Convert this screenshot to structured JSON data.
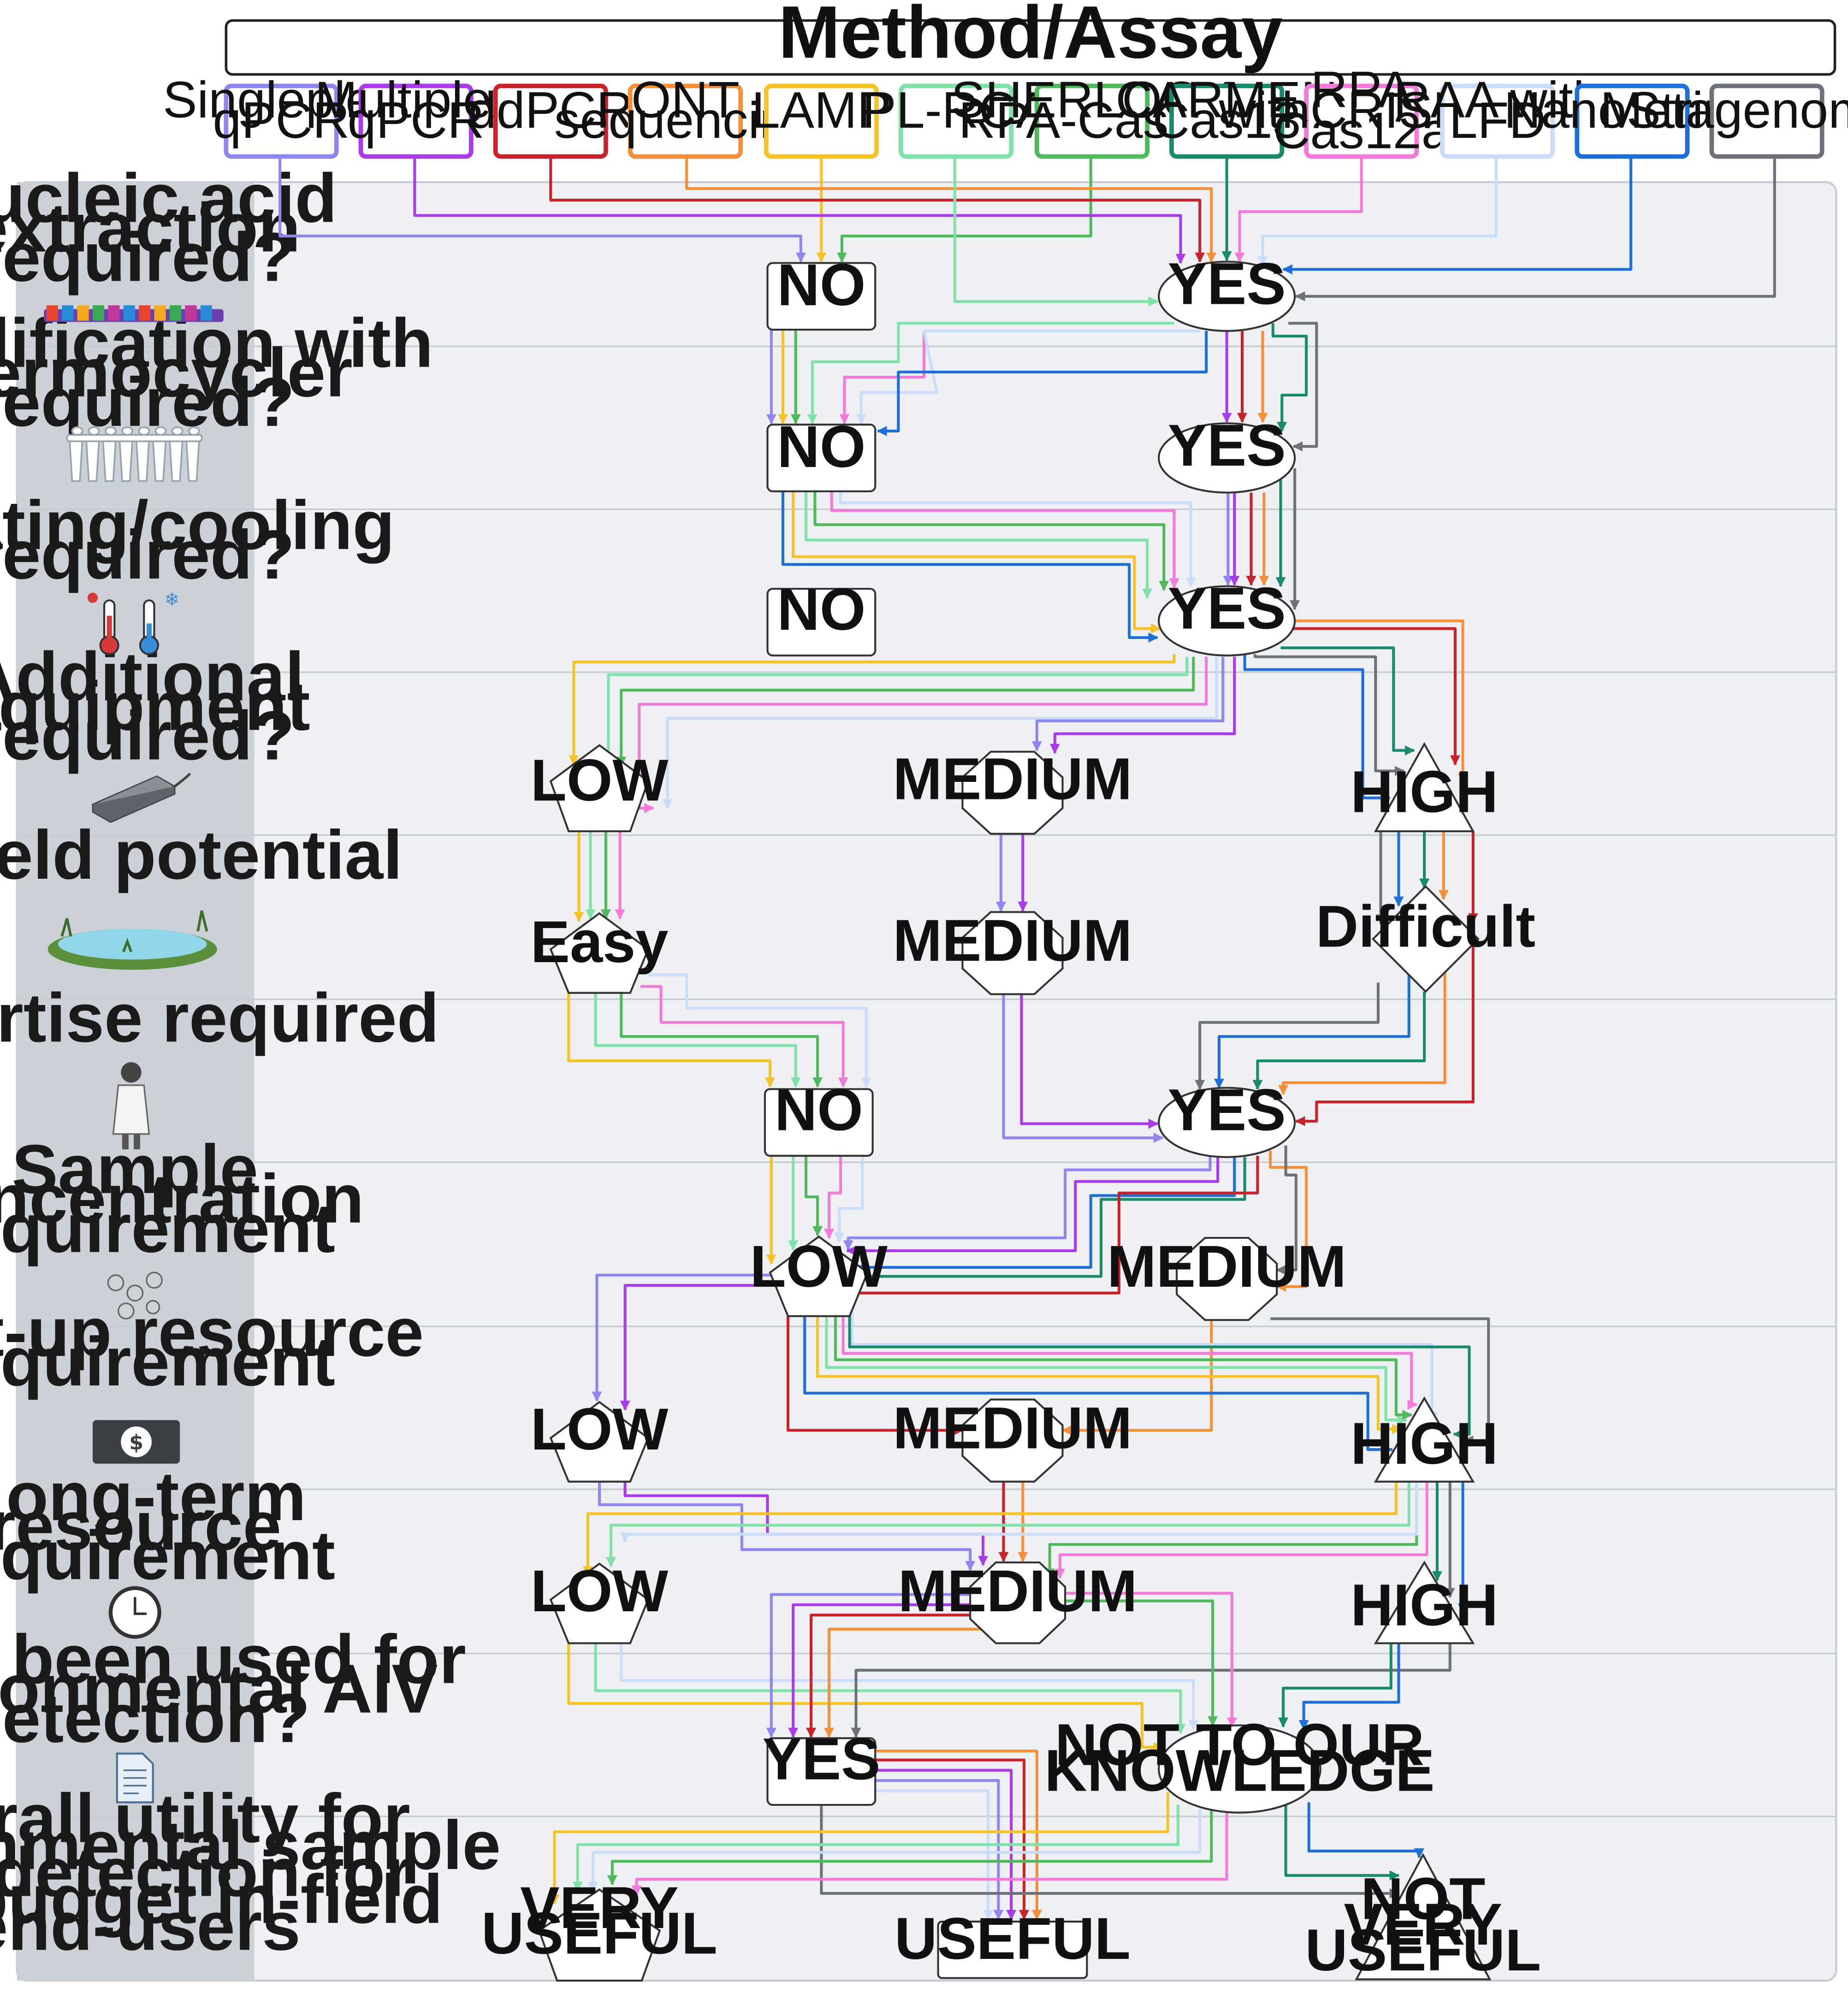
{
  "header": {
    "title": "Method/Assay"
  },
  "methods": [
    {
      "label": "Singleplex qPCR",
      "color": "#8f86f2"
    },
    {
      "label": "Multiplex qPCR",
      "color": "#a93ce8"
    },
    {
      "label": "ddPCR",
      "color": "#c8232b"
    },
    {
      "label": "ONT sequencing",
      "color": "#f48f3a"
    },
    {
      "label": "LAMP",
      "color": "#f6c327"
    },
    {
      "label": "PL-RCA",
      "color": "#7fe2a8"
    },
    {
      "label": "SHERLOCK RPA-Cas13",
      "color": "#4fb95b"
    },
    {
      "label": "CARMEN Cas13",
      "color": "#1a8a6f"
    },
    {
      "label": "RPA withCRISPR Cas12a",
      "color": "#f37ad8"
    },
    {
      "label": "RAA with LFD",
      "color": "#c9dcf9"
    },
    {
      "label": "NanoString",
      "color": "#1f6fd8"
    },
    {
      "label": "Metagenomics",
      "color": "#6e7278"
    }
  ],
  "rows": [
    {
      "label": "Nucleic acid extraction required?",
      "icon": "rna-strand-icon"
    },
    {
      "label": "Amplification with thermocycler required?",
      "icon": "pcr-tubes-icon"
    },
    {
      "label": "Heating/cooling required?",
      "icon": "thermometer-icon"
    },
    {
      "label": "Additional equipment required?",
      "icon": "device-icon"
    },
    {
      "label": "In-field potential",
      "icon": "pond-icon"
    },
    {
      "label": "Expertise required",
      "icon": "scientist-icon"
    },
    {
      "label": "Sample concentration requirement",
      "icon": "particles-icon"
    },
    {
      "label": "Start-up resource requirement",
      "icon": "dollar-bill-icon"
    },
    {
      "label": "Long-term resource requirement",
      "icon": "clock-icon"
    },
    {
      "label": "Has it been used for environmental AIV detection?",
      "icon": "document-icon"
    },
    {
      "label": "Overall utility for environmental sample AIV detection for low-budget in-field end-users",
      "icon": ""
    }
  ],
  "nodes": {
    "extraction_no": "NO",
    "extraction_yes": "YES",
    "amplification_no": "NO",
    "amplification_yes": "YES",
    "heating_no": "NO",
    "heating_yes": "YES",
    "equipment_low": "LOW",
    "equipment_medium": "MEDIUM",
    "equipment_high": "HIGH",
    "infield_easy": "Easy",
    "infield_medium": "MEDIUM",
    "infield_difficult": "Difficult",
    "expertise_no": "NO",
    "expertise_yes": "YES",
    "concentration_low": "LOW",
    "concentration_medium": "MEDIUM",
    "startup_low": "LOW",
    "startup_medium": "MEDIUM",
    "startup_high": "HIGH",
    "longterm_low": "LOW",
    "longterm_medium": "MEDIUM",
    "longterm_high": "HIGH",
    "used_yes": "YES",
    "used_not": "NOT TO OUR KNOWLEDGE",
    "utility_very_useful": "VERY USEFUL",
    "utility_useful": "USEFUL",
    "utility_not_very_useful": "NOT VERY USEFUL"
  }
}
